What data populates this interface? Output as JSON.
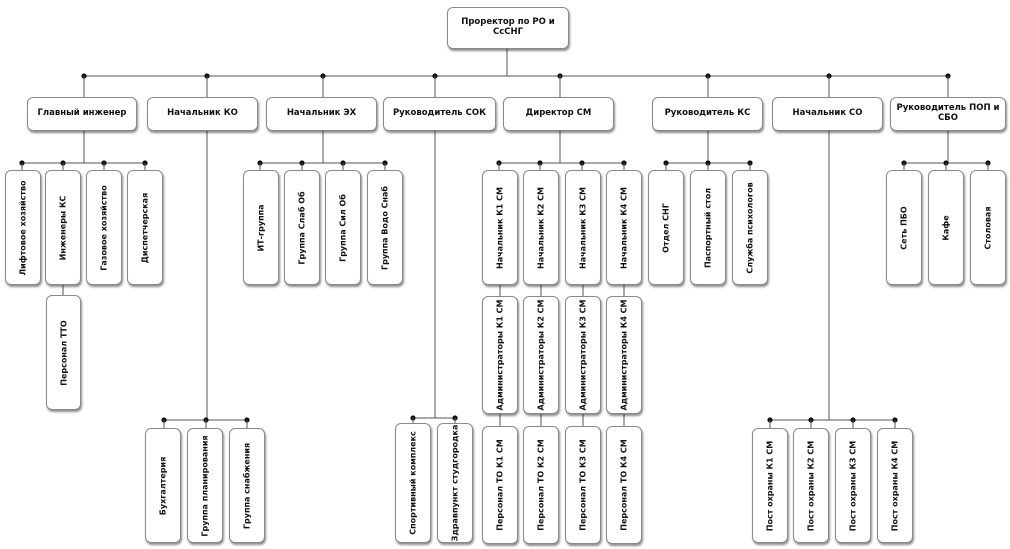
{
  "diagram": {
    "root": "Проректор по РО и СсСНГ",
    "departments": [
      {
        "title": "Главный инженер",
        "units": [
          "Лифтовое хозяйство",
          "Инженеры КС",
          "Газовое хозяйство",
          "Диспетчерская"
        ],
        "sub_units": [
          "Персонал ТТО"
        ]
      },
      {
        "title": "Начальник КО",
        "units": [],
        "sub_units": [
          "Бухгалтерия",
          "Группа планирования",
          "Группа снабжения"
        ]
      },
      {
        "title": "Начальник ЭХ",
        "units": [
          "ИТ-группа",
          "Группа Слаб Об",
          "Группа Сил Об",
          "Группа Водо Снаб"
        ],
        "sub_units": []
      },
      {
        "title": "Руководитель СОК",
        "units": [],
        "sub_units": [
          "Спортивный комплекс",
          "Здравпункт студгородка"
        ]
      },
      {
        "title": "Директор СМ",
        "units": [
          "Начальник К1 СМ",
          "Начальник К2 СМ",
          "Начальник К3 СМ",
          "Начальник К4 СМ"
        ],
        "admins": [
          "Администраторы К1 СМ",
          "Администраторы К2 СМ",
          "Администраторы К3 СМ",
          "Администраторы К4 СМ"
        ],
        "staff": [
          "Персонал ТО К1 СМ",
          "Персонал ТО К2 СМ",
          "Персонал ТО К3 СМ",
          "Персонал ТО К4 СМ"
        ]
      },
      {
        "title": "Руководитель КС",
        "units": [
          "Отдел СНГ",
          "Паспортный стол",
          "Служба психологов"
        ],
        "sub_units": []
      },
      {
        "title": "Начальник СО",
        "units": [],
        "sub_units": [
          "Пост охраны К1 СМ",
          "Пост охраны К2 СМ",
          "Пост охраны К3 СМ",
          "Пост охраны К4 СМ"
        ]
      },
      {
        "title": "Руководитель ПОП и СБО",
        "units": [
          "Сеть ПБО",
          "Кафе",
          "Столовая"
        ],
        "sub_units": []
      }
    ]
  }
}
